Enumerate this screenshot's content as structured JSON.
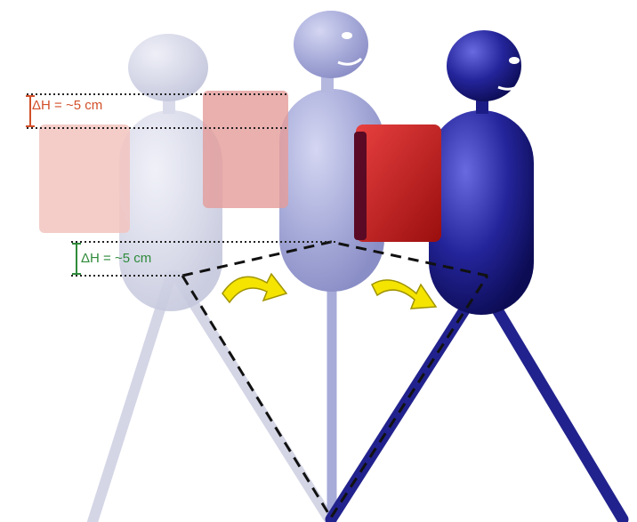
{
  "annotations": {
    "backpack_height_change": "ΔH = ~5 cm",
    "hip_height_change": "ΔH = ~5 cm"
  },
  "colors": {
    "backpack_annotation": "#d2502a",
    "hip_annotation": "#2e8a3a",
    "figure_faded": "#c9cce0",
    "figure_mid": "#a4a8d6",
    "figure_solid": "#1e1e8c",
    "backpack_faded": "#f2c4c0",
    "backpack_mid": "#e59c9a",
    "backpack_solid": "#c01c1c",
    "arrow": "#f2e600"
  },
  "figures": [
    {
      "name": "stance-start-figure",
      "opacity": "faded"
    },
    {
      "name": "stance-mid-figure",
      "opacity": "semi"
    },
    {
      "name": "stance-end-figure",
      "opacity": "solid"
    }
  ],
  "icons": [
    "curved-arrow-icon",
    "curved-arrow-icon"
  ]
}
